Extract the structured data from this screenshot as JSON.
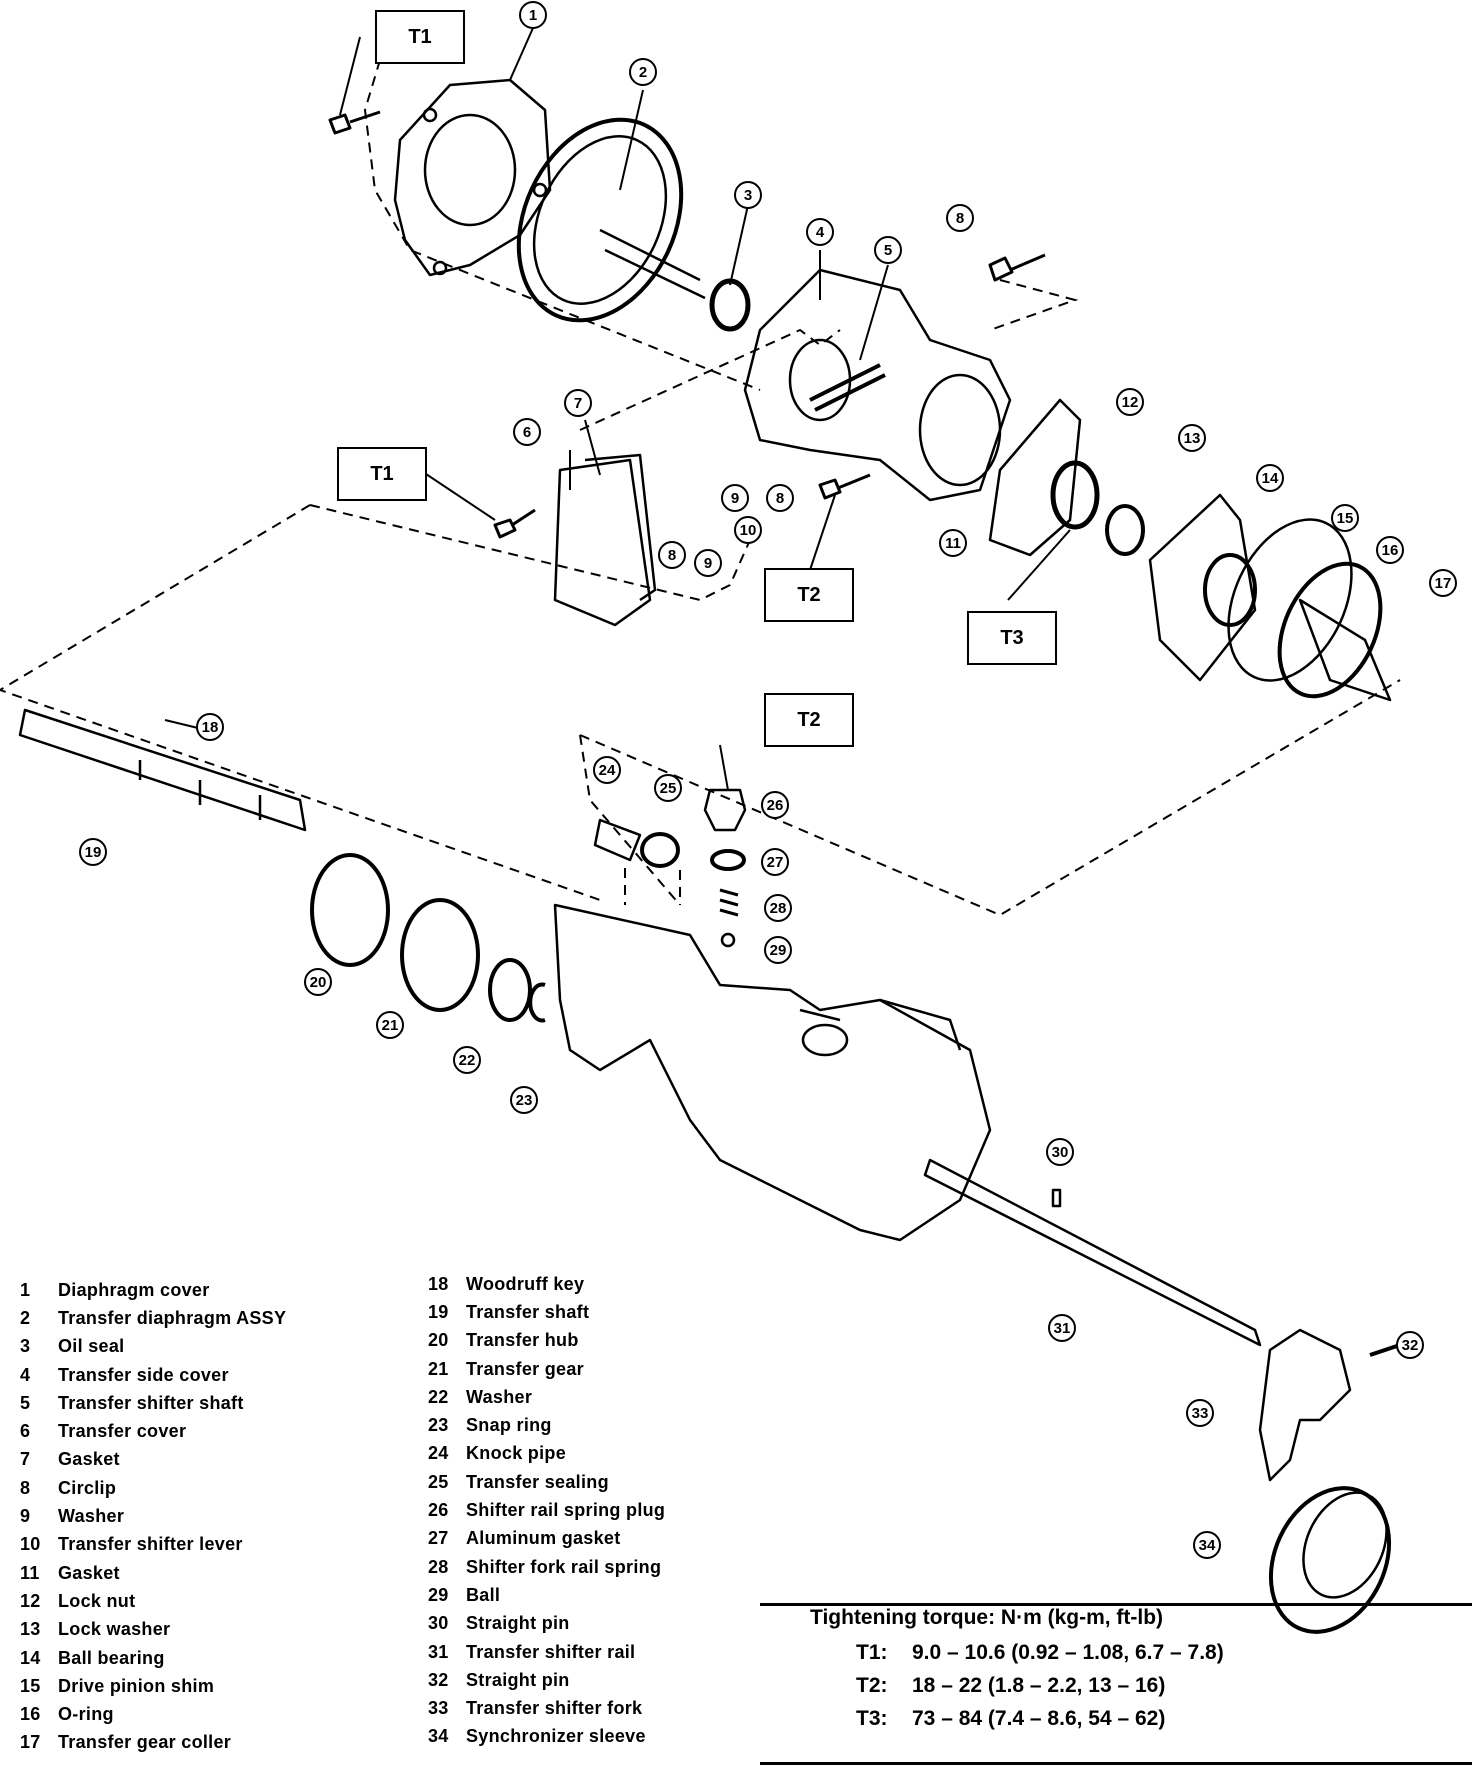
{
  "torque_labels": {
    "t1_top": "T1",
    "t1_mid": "T1",
    "t2_mid": "T2",
    "t3": "T3",
    "t2_lower": "T2"
  },
  "callouts": [
    "1",
    "2",
    "3",
    "4",
    "5",
    "6",
    "7",
    "8",
    "8",
    "8",
    "9",
    "9",
    "10",
    "11",
    "12",
    "13",
    "14",
    "15",
    "16",
    "17",
    "18",
    "19",
    "20",
    "21",
    "22",
    "23",
    "24",
    "25",
    "26",
    "27",
    "28",
    "29",
    "30",
    "31",
    "32",
    "33",
    "34"
  ],
  "parts_left": [
    {
      "num": "1",
      "name": "Diaphragm cover"
    },
    {
      "num": "2",
      "name": "Transfer diaphragm ASSY"
    },
    {
      "num": "3",
      "name": "Oil seal"
    },
    {
      "num": "4",
      "name": "Transfer side cover"
    },
    {
      "num": "5",
      "name": "Transfer shifter shaft"
    },
    {
      "num": "6",
      "name": "Transfer cover"
    },
    {
      "num": "7",
      "name": "Gasket"
    },
    {
      "num": "8",
      "name": "Circlip"
    },
    {
      "num": "9",
      "name": "Washer"
    },
    {
      "num": "10",
      "name": "Transfer shifter lever"
    },
    {
      "num": "11",
      "name": "Gasket"
    },
    {
      "num": "12",
      "name": "Lock nut"
    },
    {
      "num": "13",
      "name": "Lock washer"
    },
    {
      "num": "14",
      "name": "Ball bearing"
    },
    {
      "num": "15",
      "name": "Drive pinion shim"
    },
    {
      "num": "16",
      "name": "O-ring"
    },
    {
      "num": "17",
      "name": "Transfer gear coller"
    }
  ],
  "parts_right": [
    {
      "num": "18",
      "name": "Woodruff key"
    },
    {
      "num": "19",
      "name": "Transfer shaft"
    },
    {
      "num": "20",
      "name": "Transfer hub"
    },
    {
      "num": "21",
      "name": "Transfer gear"
    },
    {
      "num": "22",
      "name": "Washer"
    },
    {
      "num": "23",
      "name": "Snap ring"
    },
    {
      "num": "24",
      "name": "Knock pipe"
    },
    {
      "num": "25",
      "name": "Transfer sealing"
    },
    {
      "num": "26",
      "name": "Shifter rail spring plug"
    },
    {
      "num": "27",
      "name": "Aluminum gasket"
    },
    {
      "num": "28",
      "name": "Shifter fork rail spring"
    },
    {
      "num": "29",
      "name": "Ball"
    },
    {
      "num": "30",
      "name": "Straight pin"
    },
    {
      "num": "31",
      "name": "Transfer shifter rail"
    },
    {
      "num": "32",
      "name": "Straight pin"
    },
    {
      "num": "33",
      "name": "Transfer shifter fork"
    },
    {
      "num": "34",
      "name": "Synchronizer sleeve"
    }
  ],
  "tightening": {
    "heading": "Tightening torque:  N·m (kg-m, ft-lb)",
    "rows": [
      {
        "label": "T1:",
        "value": "9.0 – 10.6 (0.92 – 1.08, 6.7 – 7.8)"
      },
      {
        "label": "T2:",
        "value": "18 – 22 (1.8 – 2.2, 13 – 16)"
      },
      {
        "label": "T3:",
        "value": "73 – 84 (7.4 – 8.6, 54 – 62)"
      }
    ]
  }
}
